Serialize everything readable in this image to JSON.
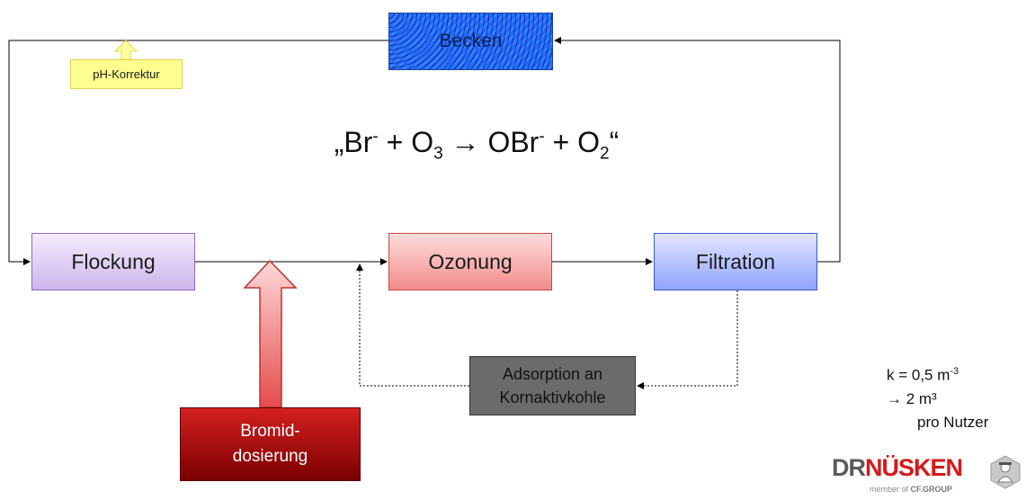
{
  "diagram": {
    "becken": "Becken",
    "ph_korrektur": "pH-Korrektur",
    "flockung": "Flockung",
    "ozonung": "Ozonung",
    "filtration": "Filtration",
    "adsorption": [
      "Adsorption an",
      "Kornaktivkohle"
    ],
    "bromid": [
      "Bromid-",
      "dosierung"
    ],
    "formula": {
      "open_quote": "„Br",
      "minus1": "-",
      "plus_o": " + O",
      "o3_sub": "3",
      "arrow_obr": " → OBr",
      "minus2": "-",
      "plus_o2": " + O",
      "o2_sub": "2",
      "close_quote": "“"
    }
  },
  "side_info": {
    "k_label": "k = 0,5 m",
    "k_exp": "-3",
    "volume": "→ 2 m³",
    "per_user": "pro Nutzer"
  },
  "logo": {
    "dr": "DR",
    "name": "NÜSKEN",
    "member": "member of ",
    "group": "CF.GROUP"
  },
  "colors": {
    "becken": "#1e6bff",
    "ph": "#ffff8f",
    "flockung": "#cdb6ec",
    "ozonung": "#f28c8c",
    "filtration": "#8fa2ff",
    "adsorption": "#6b6b6b",
    "bromid": "#b40000",
    "logo_red": "#d7191c"
  }
}
